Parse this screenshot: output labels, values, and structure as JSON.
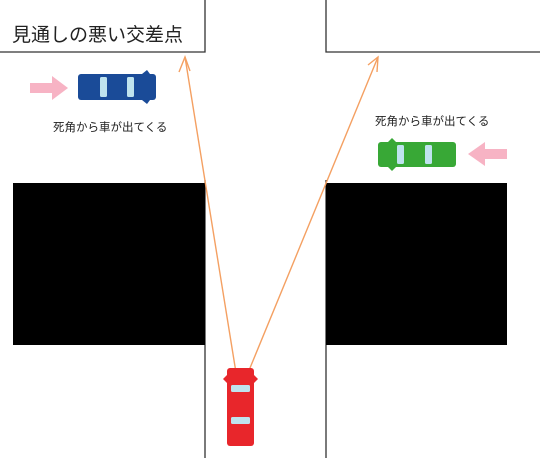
{
  "title": "見通しの悪い交差点",
  "left_caption": "死角から車が出てくる",
  "right_caption": "死角から車が出てくる",
  "colors": {
    "road_line": "#333333",
    "building": "#000000",
    "sight_line": "#f4a062",
    "arrow": "#f7b3c4",
    "car_left": "#1a4b98",
    "car_right": "#38a836",
    "car_self": "#e8262b",
    "car_window": "#bfe3ee"
  },
  "icons": {
    "left_arrow": "arrow-right-icon",
    "right_arrow": "arrow-left-icon"
  }
}
